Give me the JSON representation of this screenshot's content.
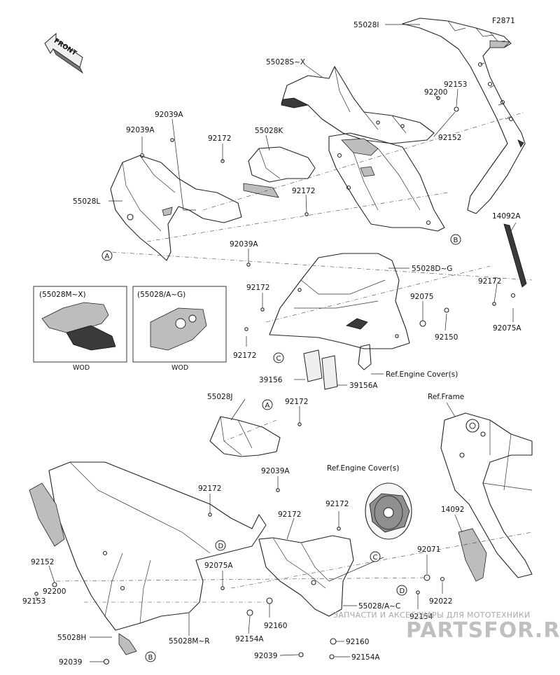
{
  "diagram_code": "F2871",
  "front_label": "FRONT",
  "inset_left": {
    "title": "(55028M~X)",
    "caption": "WOD"
  },
  "inset_right": {
    "title": "(55028/A~G)",
    "caption": "WOD"
  },
  "callouts": {
    "A": "A",
    "B": "B",
    "C": "C",
    "D": "D"
  },
  "watermark": {
    "line1": "ЗАПЧАСТИ И АКСЕССУАРЫ ДЛЯ МОТОТЕХНИКИ",
    "line2": "PARTSFOR.RU"
  },
  "labels": {
    "p55028I": "55028I",
    "p55028SX": "55028S~X",
    "p92153_top": "92153",
    "p92200_top": "92200",
    "p92152_top": "92152",
    "p92039A_1": "92039A",
    "p92039A_2": "92039A",
    "p92172_1": "92172",
    "p55028K": "55028K",
    "p92172_2": "92172",
    "p55028L": "55028L",
    "p92039A_3": "92039A",
    "p14092A": "14092A",
    "p55028DG": "55028D~G",
    "p92172_3": "92172",
    "p92075": "92075",
    "p92172_4": "92172",
    "p92150": "92150",
    "p92075A_top": "92075A",
    "p92172_5": "92172",
    "p39156": "39156",
    "p39156A": "39156A",
    "ref_engine_cover_1": "Ref.Engine Cover(s)",
    "p55028J": "55028J",
    "p92172_6": "92172",
    "ref_frame": "Ref.Frame",
    "ref_engine_cover_2": "Ref.Engine Cover(s)",
    "p92039A_4": "92039A",
    "p92172_7": "92172",
    "p92172_8": "92172",
    "p92172_9": "92172",
    "p14092": "14092",
    "p92071": "92071",
    "p92075A_bot": "92075A",
    "p92152_bot": "92152",
    "p92200_bot": "92200",
    "p92153_bot": "92153",
    "p92022": "92022",
    "p92154": "92154",
    "p55028AC": "55028/A~C",
    "p92160_1": "92160",
    "p92154A_1": "92154A",
    "p55028H": "55028H",
    "p55028MR": "55028M~R",
    "p92160_2": "92160",
    "p92039_1": "92039",
    "p92039_2": "92039",
    "p92154A_2": "92154A"
  }
}
